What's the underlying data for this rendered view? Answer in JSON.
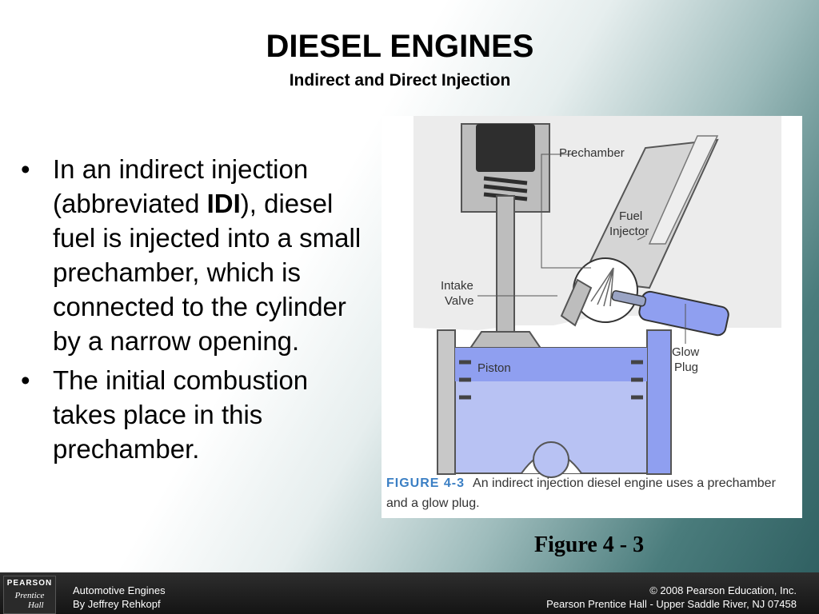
{
  "title": "DIESEL ENGINES",
  "subtitle": "Indirect and Direct Injection",
  "bullets": [
    {
      "text_before": "In an indirect injection (abbreviated ",
      "bold": "IDI",
      "text_after": "), diesel fuel is injected into a small prechamber, which is connected to the cylinder by a narrow opening."
    },
    {
      "text": "The initial combustion takes place in this prechamber."
    }
  ],
  "figure": {
    "labels": {
      "prechamber": "Prechamber",
      "fuel_injector_1": "Fuel",
      "fuel_injector_2": "Injector",
      "intake_valve_1": "Intake",
      "intake_valve_2": "Valve",
      "glow_plug_1": "Glow",
      "glow_plug_2": "Plug",
      "piston": "Piston"
    },
    "caption_number": "FIGURE 4-3",
    "caption_text": "An indirect injection diesel engine uses a prechamber and a glow plug."
  },
  "figure_reference": "Figure 4 - 3",
  "footer": {
    "logo_line1": "PEARSON",
    "logo_line2": "Prentice",
    "logo_line3": "Hall",
    "left_line1": "Automotive Engines",
    "left_line2": "By Jeffrey Rehkopf",
    "right_line1": "© 2008 Pearson Education, Inc.",
    "right_line2": "Pearson Prentice Hall - Upper Saddle River, NJ 07458"
  },
  "colors": {
    "figure_blue": "#8f9ff0",
    "figure_gray": "#bdbdbd",
    "caption_accent": "#3b7fc4",
    "footer_bg": "#1e1e1e"
  }
}
